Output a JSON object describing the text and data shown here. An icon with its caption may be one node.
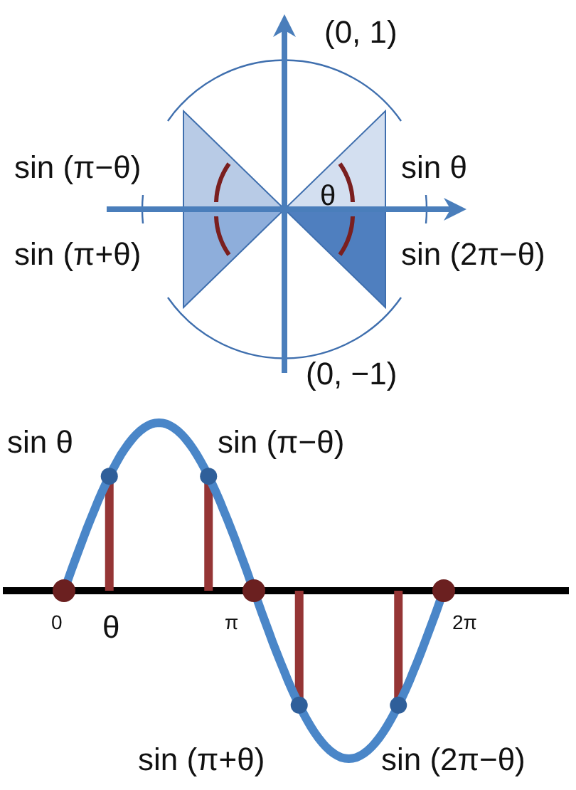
{
  "diagram": {
    "labels": [
      "(0, 1)",
      "sin (π−θ)",
      "sin θ",
      "θ",
      "sin (π+θ)",
      "sin (2π−θ)",
      "(0, −1)",
      "sin θ",
      "sin (π−θ)",
      "0",
      "θ",
      "π",
      "2π",
      "sin (π+θ)",
      "sin (2π−θ)"
    ]
  }
}
